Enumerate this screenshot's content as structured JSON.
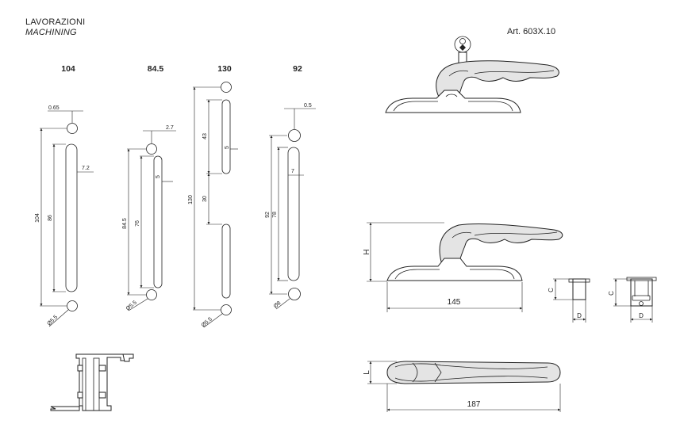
{
  "header": {
    "title": "LAVORAZIONI",
    "subtitle": "MACHINING"
  },
  "article": "Art. 603X.10",
  "machining": [
    {
      "top_label": "104",
      "offset": "0.65",
      "width": "7.2",
      "overall": "104",
      "slot": "86",
      "hole": "Ø5.5"
    },
    {
      "top_label": "84.5",
      "offset": "2.7",
      "width": "5",
      "overall": "84.5",
      "slot": "76",
      "hole": "Ø5.5"
    },
    {
      "top_label": "130",
      "width": "5",
      "overall": "130",
      "slot_top": "43",
      "gap": "30",
      "hole": "Ø5.5"
    },
    {
      "top_label": "92",
      "offset": "0.5",
      "width": "7",
      "overall": "92",
      "slot": "78",
      "hole": "Ø8"
    }
  ],
  "dims": {
    "height": "H",
    "base": "145",
    "cc": "C",
    "dd": "D",
    "length": "187",
    "ll": "L"
  }
}
